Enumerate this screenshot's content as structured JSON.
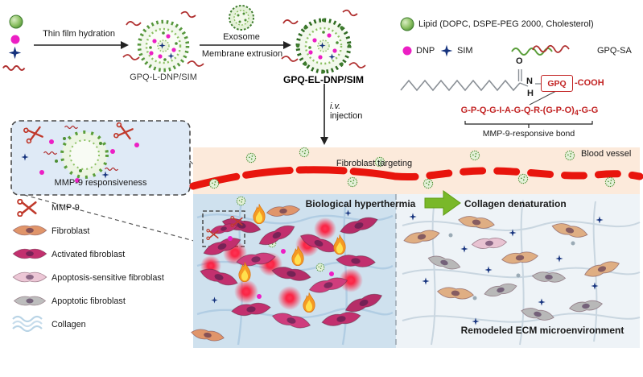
{
  "colors": {
    "lipid_green": "#4d8f35",
    "dnp_magenta": "#ec1fc4",
    "sim_navy": "#16337e",
    "gpq_red": "#b03030",
    "vessel_red": "#e8150d",
    "activated_fibroblast": "#c2306e",
    "fibroblast_orange": "#e0956a",
    "apoptosis_sensitive_pink": "#ecc7d6",
    "apoptotic_gray": "#bdbdbd",
    "collagen_blue": "#b9d4e6",
    "transition_arrow_green": "#79b829",
    "left_panel_bg": "#cfe1ee",
    "right_panel_bg": "#eef3f7",
    "zoom_box_bg": "#dfeaf6"
  },
  "icons": {
    "lipid": "green-vesicle-sphere",
    "dnp": "magenta-dot",
    "sim": "blue-four-point-star",
    "gpq_sa": "red-green-coil",
    "mmp9": "red-scissors",
    "exosome": "studded-green-vesicle",
    "flame": "orange-flame",
    "heat": "red-glow-dot",
    "fibroblast": "spindle-cell",
    "collagen": "wavy-fibers"
  },
  "synthesis": {
    "step1_label": "Thin film hydration",
    "np1_label": "GPQ-L-DNP/SIM",
    "step2_label_top": "Exosome",
    "step2_label_bottom": "Membrane extrusion",
    "np2_label": "GPQ-EL-DNP/SIM",
    "injection_italic": "i.v.",
    "injection_rest": "injection"
  },
  "legend_right": {
    "lipid_label": "Lipid (DOPC, DSPE-PEG 2000, Cholesterol)",
    "dnp_label": "DNP",
    "sim_label": "SIM",
    "gpq_sa_label": "GPQ-SA",
    "chem": {
      "oxygen": "O",
      "nitrogen": "N",
      "hydrogen": "H",
      "gpq_box": "GPQ",
      "cooh": "-COOH"
    },
    "peptide_part1": "G-P-Q-G-I-A-G-Q-R-(G-P-O)",
    "peptide_subscript": "4",
    "peptide_part2": "-G-G",
    "bond_label": "MMP-9-responsive bond"
  },
  "zoom_box": {
    "label": "MMP-9 responsiveness"
  },
  "legend_left": {
    "items": [
      {
        "label": "MMP-9"
      },
      {
        "label": "Fibroblast"
      },
      {
        "label": "Activated fibroblast"
      },
      {
        "label": "Apoptosis-sensitive fibroblast"
      },
      {
        "label": "Apoptotic fibroblast"
      },
      {
        "label": "Collagen"
      }
    ]
  },
  "scene": {
    "vessel_label": "Blood vessel",
    "targeting_label": "Fibroblast targeting",
    "left_panel_caption": "Biological hyperthermia",
    "arrow_caption": "Collagen denaturation",
    "right_panel_caption": "Remodeled ECM microenvironment"
  }
}
